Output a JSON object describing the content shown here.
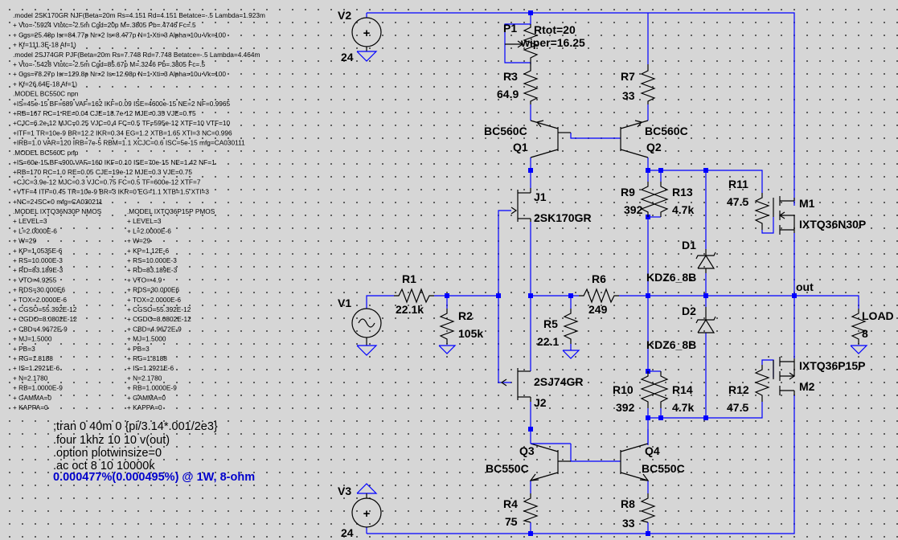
{
  "schematic": {
    "models_col1": [
      ".model 2SK170GR NJF(Beta=20m Rs=4.151 Rd=4.151 Betatce=-.5 Lambda=1.923m",
      "+ Vto=-.5924 Vtotc=-2.5m Cgd=20p M=.3805 Pb=.4746 Fc=.5",
      "+ Cgs=25.48p Isr=84.77p Nr=2 Is=8.477p N=1 Xti=3 Alpha=10u Vk=100",
      "+ Kf=111.3E-18 Af=1)",
      ".model 2SJ74GR PJF(Beta=20m Rs=7.748 Rd=7.748 Betatce=-.5 Lambda=4.464m",
      "+ Vto=-.5428 Vtotc=-2.5m Cgd=85.67p M=.3246 Pb=.3805 Fc=.5",
      "+ Cgs=78.27p Isr=129.8p Nr=2 Is=12.98p N=1 Xti=3 Alpha=10u Vk=100",
      "+ Kf=26.64E-18 Af=1)",
      ".MODEL BC550C npn",
      "+IS=45e-15 BF=689 VAF=162 IKF=0.09 ISE=4600e-15 NE=2 NF=0.9965",
      "+RB=167 RC=1 RE=0.04 CJE=18.7e-12 MJE=0.35 VJE=0.75",
      "+CJC=6.2e-12 MJC=0.25 VJC=0.4 FC=0.5 TF=595e-12 XTF=10 VTF=10",
      "+ITF=1 TR=10e-9 BR=12.2 IKR=0.34 EG=1.2 XTB=1.65 XTI=3 NC=0.996",
      "+IRB=1.0 VAR=120 IRB=7e-5 RBM=1.1 XCJC=0.6 ISC=5e-15 mfg=CA030111",
      ".MODEL BC560C pnp",
      "+IS=60e-15 BF=900 VAF=160 IKF=0.10 ISE=70e-15 NE=1.42 NF=1",
      "+RB=170 RC=1.0 RE=0.05 CJE=19e-12 MJE=0.3 VJE=0.75",
      "+CJC=3.9e-12 MJC=0.3 VJC=0.75 FC=0.5 TF=600e-12 XTF=7",
      "+VTF=4 ITF=0.45 TR=10e-9 BR=3 IKR=0 EG=1.1 XTB=1.5 XTI=3",
      "+NC=2 ISC=0  mfg=CA030211",
      ".MODEL IXTQ36N30P NMOS",
      "+ LEVEL=3",
      "+ L=2.0000E-6",
      "+ W=29",
      "+ KP=1.0535E-6",
      "+ RS=10.000E-3",
      "+ RD=83.189E-3",
      "+ VTO=4.9255",
      "+ RDS=30.000E6",
      "+ TOX=2.0000E-6",
      "+ CGSO=55.392E-12",
      "+ CGDO=8.0802E-12",
      "+ CBD=4.9672E-9",
      "+ MJ=1.5000",
      "+ PB=3",
      "+ RG=1.8188",
      "+ IS=1.2921E-6",
      "+ N=2.1780",
      "+ RB=1.0000E-9",
      "+ GAMMA=0",
      "+ KAPPA=0"
    ],
    "models_col2": [
      ".MODEL IXTQ36P15P PMOS",
      "+ LEVEL=3",
      "+ L=2.0000E-6",
      "+ W=29",
      "+ KP=1.12E-6",
      "+ RS=10.000E-3",
      "+ RD=83.189E-3",
      "+ VTO=-4.9",
      "+ RDS=30.000E6",
      "+ TOX=2.0000E-6",
      "+ CGSO=55.392E-12",
      "+ CGDO=8.0802E-12",
      "+ CBD=4.9672E-9",
      "+ MJ=1.5000",
      "+ PB=3",
      "+ RG=1.8188",
      "+ IS=1.2921E-6",
      "+ N=2.1780",
      "+ RB=1.0000E-9",
      "+ GAMMA=0",
      "+ KAPPA=0"
    ],
    "directives": {
      "tran": ";tran 0 40m 0 {pi/3.14*.001/2e3}",
      "four": ".four 1khz 10 10 v(out)",
      "option": ".option plotwinsize=0",
      "ac": ".ac oct 8 10 10000k",
      "result": "0.000477%(0.000495%) @ 1W, 8-ohm"
    },
    "labels": {
      "v2": "V2",
      "v2_val": "24",
      "v3": "V3",
      "v3_val": "24",
      "v1": "V1",
      "p1": "P1",
      "p1_rtot": "Rtot=20",
      "p1_wiper": "wiper=16.25",
      "r3": "R3",
      "r3_val": "64.9",
      "r7": "R7",
      "r7_val": "33",
      "q1_model": "BC560C",
      "q1": "Q1",
      "q2_model": "BC560C",
      "q2": "Q2",
      "j1": "J1",
      "j1_model": "2SK170GR",
      "j2": "J2",
      "j2_model": "2SJ74GR",
      "r9": "R9",
      "r9_val": "392",
      "r13": "R13",
      "r13_val": "4.7k",
      "r11": "R11",
      "r11_val": "47.5",
      "m1": "M1",
      "m1_model": "IXTQ36N30P",
      "d1": "D1",
      "d1_model": "KDZ6_8B",
      "d2": "D2",
      "d2_model": "KDZ6_8B",
      "r1": "R1",
      "r1_val": "22.1k",
      "r2": "R2",
      "r2_val": "105k",
      "r6": "R6",
      "r6_val": "249",
      "r5": "R5",
      "r5_val": "22.1",
      "out": "out",
      "load": "LOAD",
      "load_val": "8",
      "m2": "M2",
      "m2_model": "IXTQ36P15P",
      "r10": "R10",
      "r10_val": "392",
      "r14": "R14",
      "r14_val": "4.7k",
      "r12": "R12",
      "r12_val": "47.5",
      "q3": "Q3",
      "q3_model": "BC550C",
      "q4": "Q4",
      "q4_model": "BC550C",
      "r4": "R4",
      "r4_val": "75",
      "r8": "R8",
      "r8_val": "33"
    },
    "colors": {
      "wire": "#0000ff",
      "component": "#000000",
      "background": "#d6d6d6",
      "result_text": "#0000cc"
    }
  }
}
